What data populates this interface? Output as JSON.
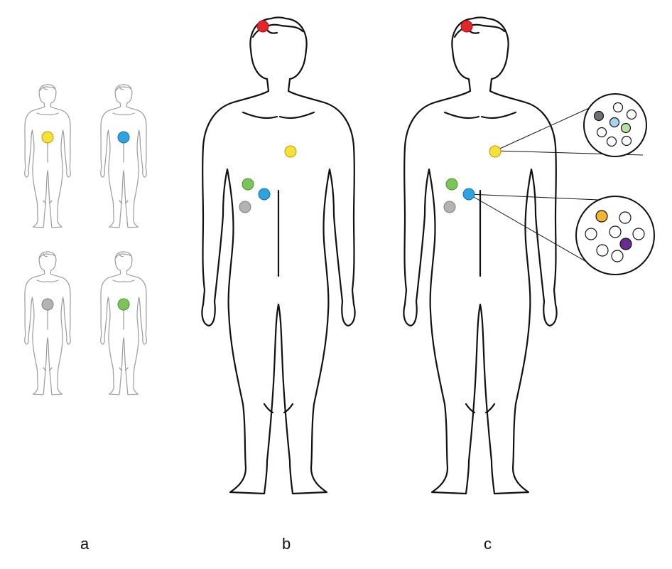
{
  "panels": [
    {
      "id": "a",
      "label": "a"
    },
    {
      "id": "b",
      "label": "b"
    },
    {
      "id": "c",
      "label": "c"
    }
  ],
  "colors": {
    "outline_large": "#111111",
    "outline_small": "#9a9a9a",
    "red": "#e3262b",
    "yellow": "#f7e03a",
    "blue": "#2fa3df",
    "gray": "#b3b3b3",
    "green": "#7cc45a",
    "dark_gray": "#6e7276",
    "light_blue": "#a9d2ec",
    "light_green": "#b9e0a4",
    "orange": "#f3b72e",
    "purple": "#6a2c91",
    "white": "#ffffff"
  },
  "panel_a_figures": [
    {
      "name": "figure-yellow",
      "dot": "yellow"
    },
    {
      "name": "figure-blue",
      "dot": "blue"
    },
    {
      "name": "figure-gray",
      "dot": "gray"
    },
    {
      "name": "figure-green",
      "dot": "green"
    }
  ],
  "panel_b_dots": [
    "red",
    "yellow",
    "green",
    "blue",
    "gray"
  ],
  "panel_c_dots": [
    "red",
    "yellow",
    "green",
    "blue",
    "gray"
  ],
  "callouts": [
    {
      "name": "callout-upper",
      "from": "yellow",
      "cells": [
        "dark_gray",
        "white",
        "white",
        "light_blue",
        "light_green",
        "white",
        "white",
        "white"
      ]
    },
    {
      "name": "callout-lower",
      "from": "blue",
      "cells": [
        "orange",
        "white",
        "white",
        "white",
        "white",
        "purple",
        "white"
      ]
    }
  ]
}
